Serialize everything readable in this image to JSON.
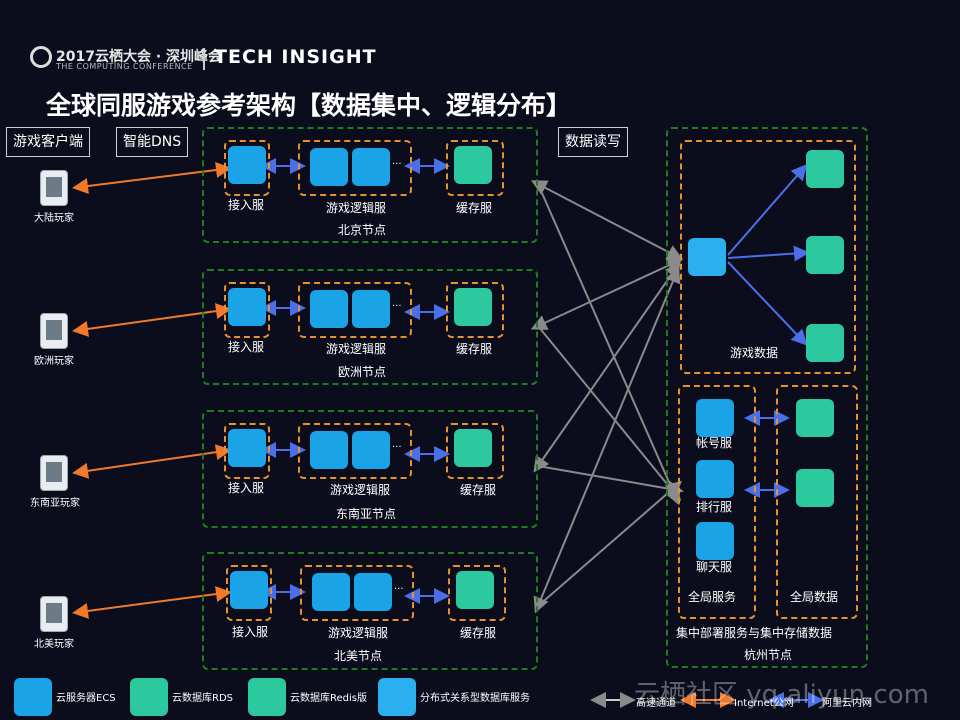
{
  "brand": {
    "year": "2017云栖大会 · 深圳峰会",
    "sub": "THE COMPUTING CONFERENCE",
    "tech": "TECH INSIGHT"
  },
  "title": "全球同服游戏参考架构【数据集中、逻辑分布】",
  "labels": {
    "client": "游戏客户端",
    "dns": "智能DNS",
    "rw": "数据读写"
  },
  "players": [
    "大陆玩家",
    "欧洲玩家",
    "东南亚玩家",
    "北美玩家"
  ],
  "nodes": [
    {
      "name": "北京节点",
      "access": "接入服",
      "logic": "游戏逻辑服",
      "cache": "缓存服"
    },
    {
      "name": "欧洲节点",
      "access": "接入服",
      "logic": "游戏逻辑服",
      "cache": "缓存服"
    },
    {
      "name": "东南亚节点",
      "access": "接入服",
      "logic": "游戏逻辑服",
      "cache": "缓存服"
    },
    {
      "name": "北美节点",
      "access": "接入服",
      "logic": "游戏逻辑服",
      "cache": "缓存服"
    }
  ],
  "ellipsis": "...",
  "hangzhou": {
    "game_data": "游戏数据",
    "services": [
      "帐号服",
      "排行服",
      "聊天服"
    ],
    "global_services": "全局服务",
    "global_data": "全局数据",
    "central": "集中部署服务与集中存储数据",
    "node": "杭州节点"
  },
  "legend": [
    {
      "label": "云服务器ECS",
      "icon": "cloud-server-icon"
    },
    {
      "label": "云数据库RDS",
      "icon": "rds-icon"
    },
    {
      "label": "云数据库Redis版",
      "icon": "redis-icon"
    },
    {
      "label": "分布式关系型数据库服务",
      "icon": "drds-icon"
    }
  ],
  "line_legend": [
    "高速通道",
    "Internet公网",
    "阿里云内网"
  ],
  "watermark": "云栖社区 yq.aliyun.com",
  "colors": {
    "bg": "#0b0d1d",
    "green_dash": "#1e7d1e",
    "orange": "#e8922e",
    "blue_icon": "#1aa3e6",
    "teal_icon": "#2dc99e",
    "arrow_orange": "#f07a2a",
    "arrow_blue": "#4a6fe8",
    "arrow_gray": "#8a8a8a"
  }
}
